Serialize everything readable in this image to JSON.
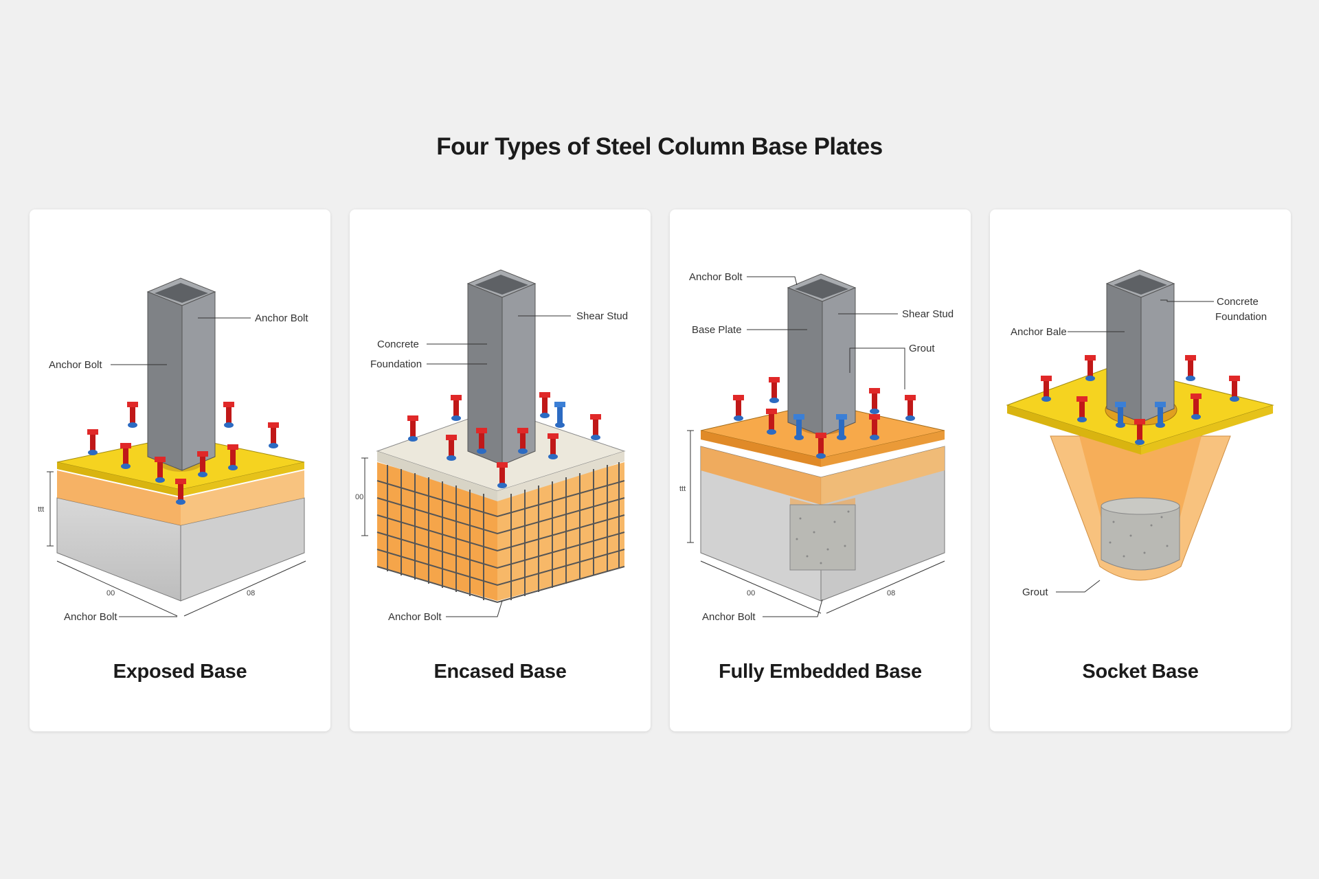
{
  "title": "Four Types of Steel Column Base Plates",
  "cards": [
    {
      "title": "Exposed Base",
      "labels": {
        "a": "Anchor Bolt",
        "b": "Anchor Bolt",
        "c": "Anchor Bolt"
      },
      "dims": {
        "h": "ttt",
        "w1": "00",
        "w2": "08"
      }
    },
    {
      "title": "Encased Base",
      "labels": {
        "a": "Shear Stud",
        "b": "Concrete",
        "c": "Foundation",
        "d": "Anchor Bolt"
      },
      "dims": {
        "h": "00"
      }
    },
    {
      "title": "Fully Embedded Base",
      "labels": {
        "a": "Anchor Bolt",
        "b": "Shear Stud",
        "c": "Base Plate",
        "d": "Grout",
        "e": "Anchor Bolt"
      },
      "dims": {
        "h": "ttt",
        "w1": "00",
        "w2": "08"
      }
    },
    {
      "title": "Socket Base",
      "labels": {
        "a": "Concrete",
        "b": "Foundation",
        "c": "Anchor Bale",
        "d": "Grout"
      }
    }
  ],
  "colors": {
    "steel": "#8a8d91",
    "plate": "#f5d320",
    "grout": "#f5a54a",
    "concrete": "#c9c9c9",
    "bolt_red": "#d32020",
    "bolt_blue": "#2c6bc2"
  }
}
